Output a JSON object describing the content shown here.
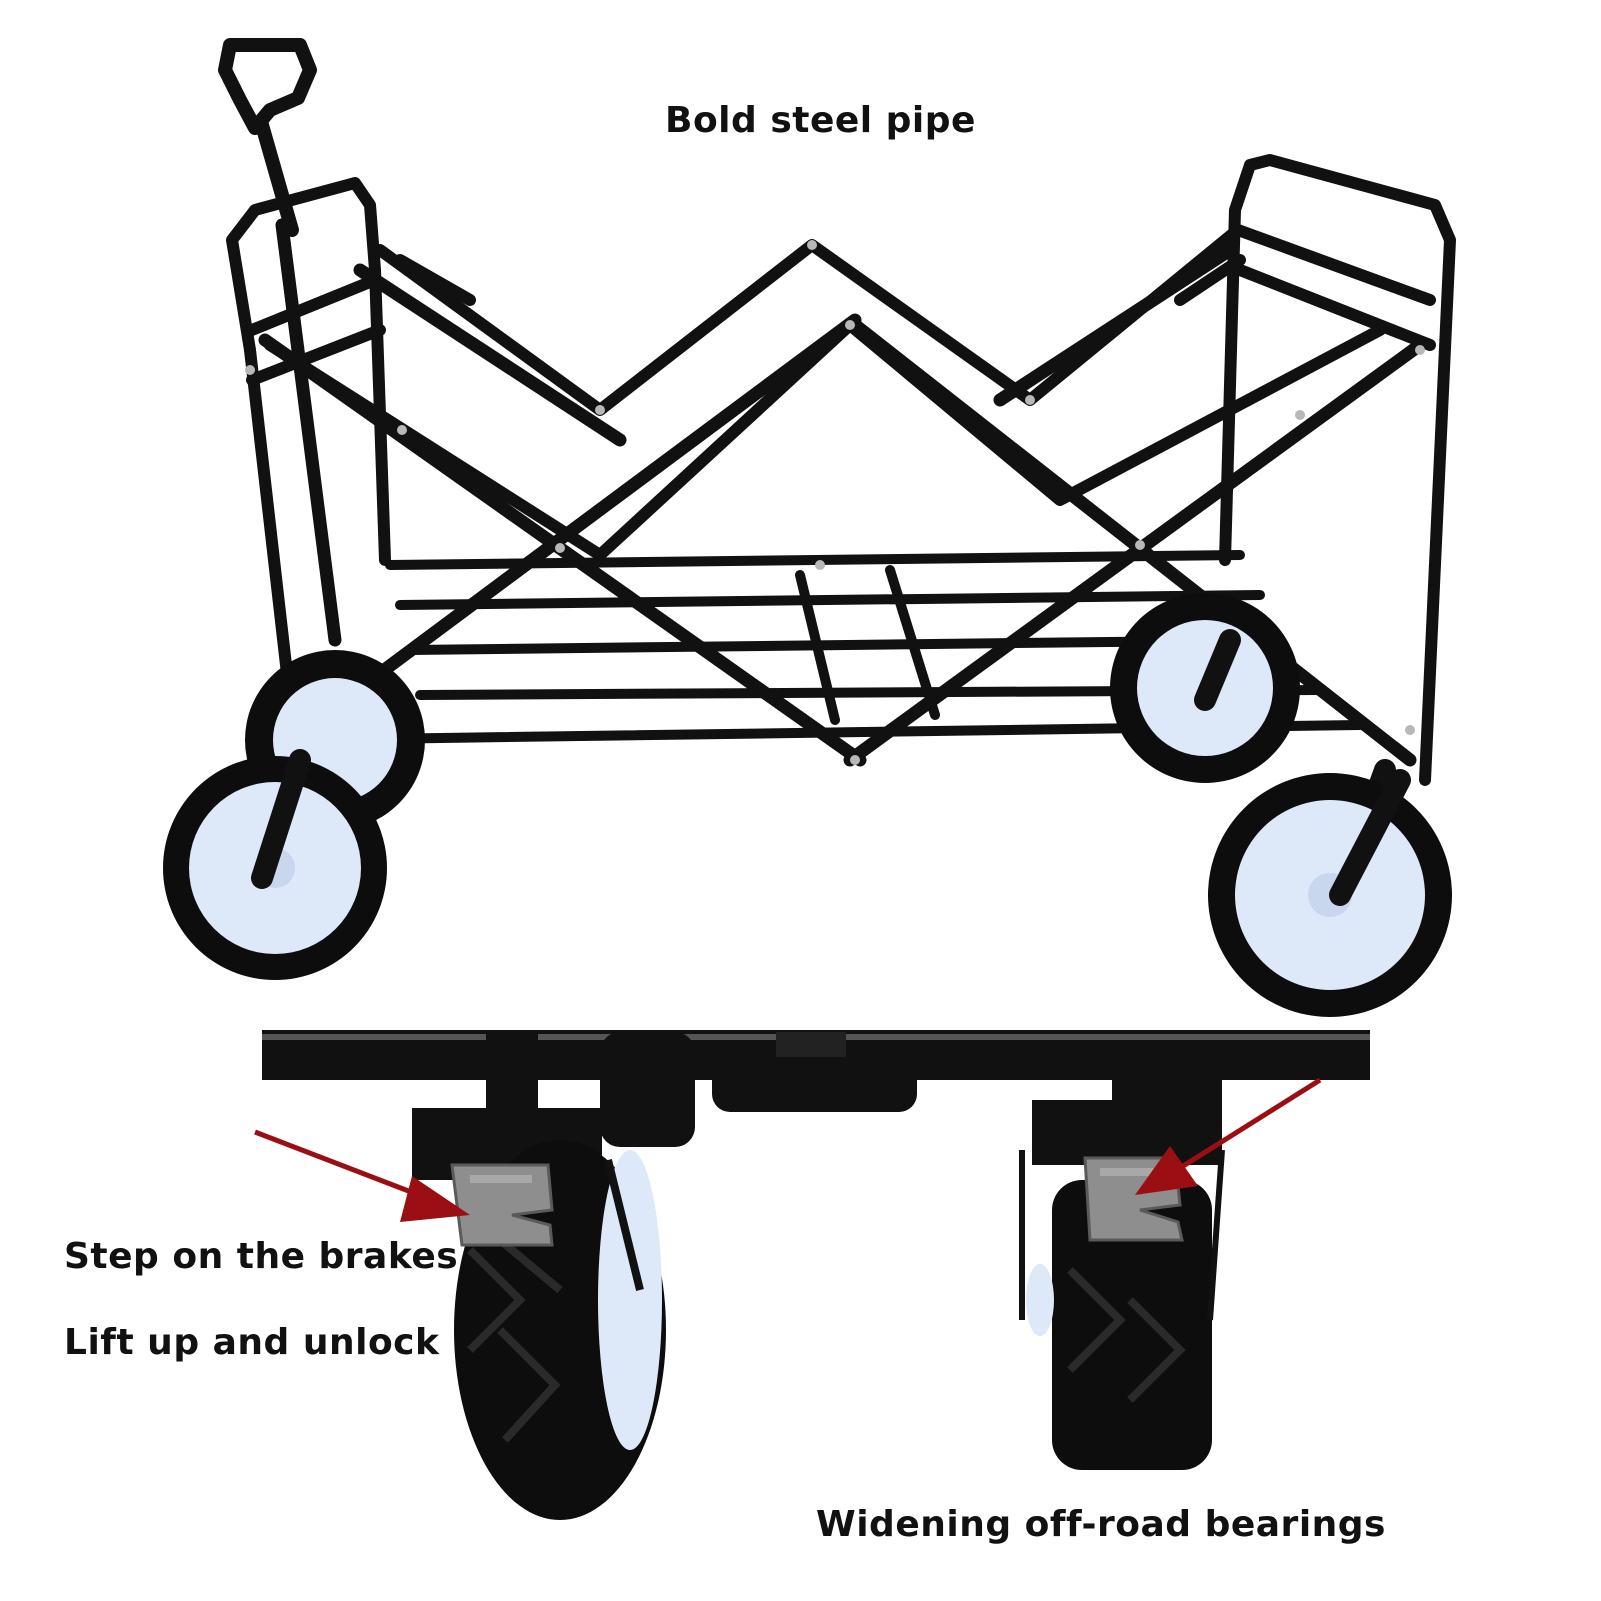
{
  "captions": {
    "title": "Bold steel pipe",
    "brake": "Step on the brakes",
    "unlock": "Lift up and unlock",
    "bearings": "Widening off-road bearings"
  },
  "colors": {
    "frame": "#111111",
    "wheel_hub": "#dde8f8",
    "tire": "#0d0d0d",
    "brake_pedal": "#8e8e8e",
    "arrow": "#9b0f14"
  }
}
